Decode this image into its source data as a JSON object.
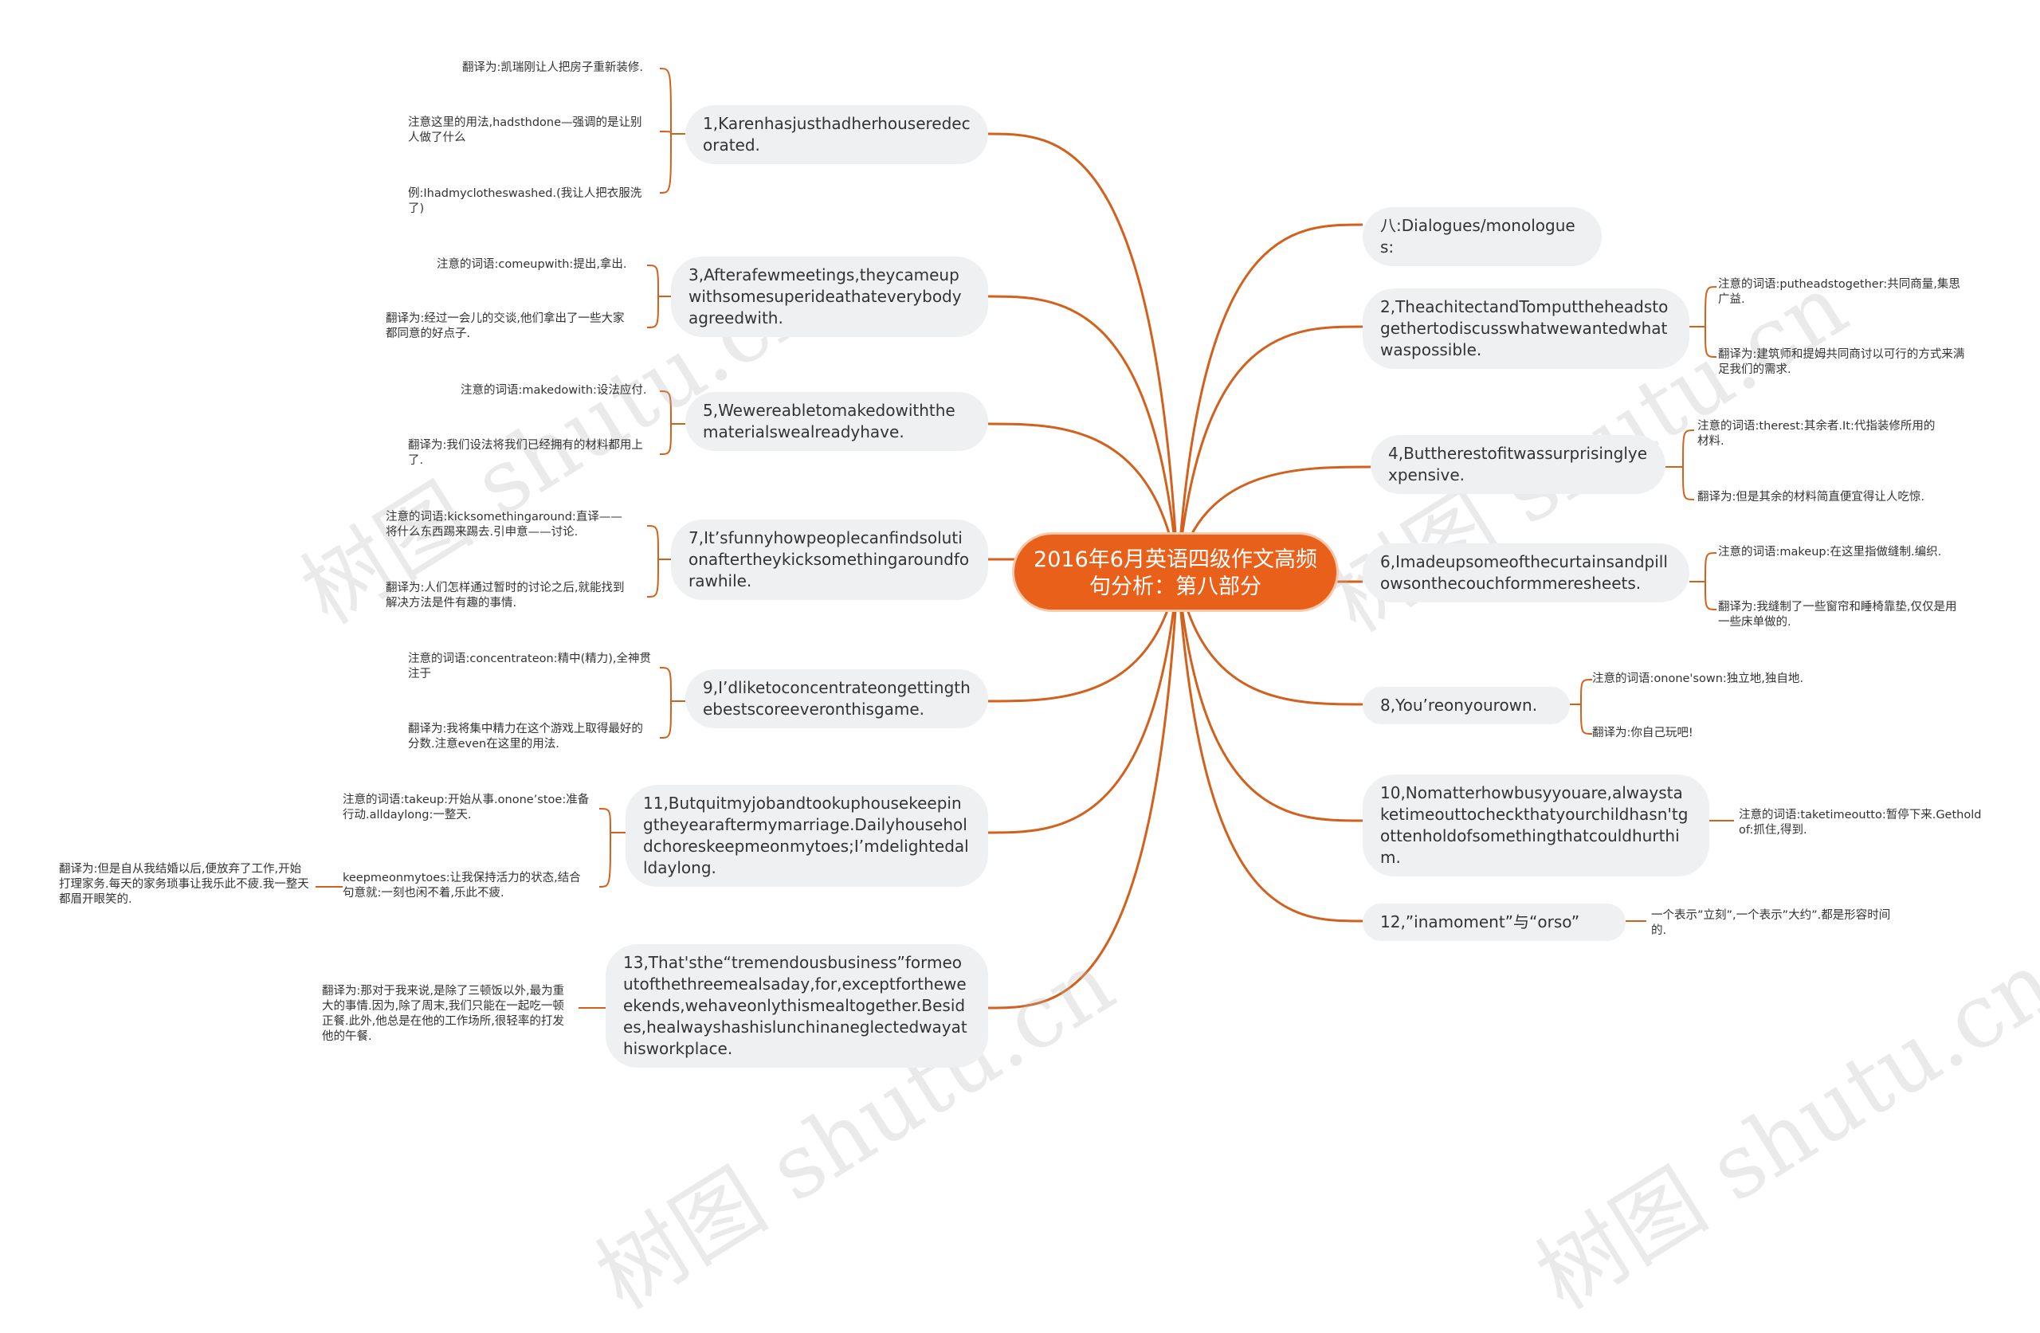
{
  "root": "2016年6月英语四级作文高频句分析：第八部分",
  "watermark": "树图 shutu.cn",
  "colors": {
    "accent": "#e8601a",
    "line": "#d2611d",
    "node_bg": "#eef0f2"
  },
  "left": [
    {
      "text": "1,Karenhasjusthadherhouseredecorated.",
      "notes": [
        "翻译为:凯瑞刚让人把房子重新装修.",
        "注意这里的用法,hadsthdone—强调的是让别人做了什么",
        "例:Ihadmyclotheswashed.(我让人把衣服洗了)"
      ]
    },
    {
      "text": "3,Afterafewmeetings,theycameupwithsomesuperideathateverybodyagreedwith.",
      "notes": [
        "注意的词语:comeupwith:提出,拿出.",
        "翻译为:经过一会儿的交谈,他们拿出了一些大家都同意的好点子."
      ]
    },
    {
      "text": "5,Wewereabletomakedowiththematerialswealreadyhave.",
      "notes": [
        "注意的词语:makedowith:设法应付.",
        "翻译为:我们设法将我们已经拥有的材料都用上了."
      ]
    },
    {
      "text": "7,It’sfunnyhowpeoplecanfindsolutionaftertheykicksomethingaroundforawhile.",
      "notes": [
        "注意的词语:kicksomethingaround:直译——将什么东西踢来踢去.引申意——讨论.",
        "翻译为:人们怎样通过暂时的讨论之后,就能找到解决方法是件有趣的事情."
      ]
    },
    {
      "text": "9,I’dliketoconcentrateongettingthebestscoreeveronthisgame.",
      "notes": [
        "注意的词语:concentrateon:精中(精力),全神贯注于",
        "翻译为:我将集中精力在这个游戏上取得最好的分数.注意even在这里的用法."
      ]
    },
    {
      "text": "11,Butquitmyjobandtookuphousekeepingtheyearaftermymarriage.Dailyhouseholdchoreskeepmeonmytoes;I’mdelightedalldaylong.",
      "notes": [
        "注意的词语:takeup:开始从事.onone’stoe:准备行动.alldaylong:一整天.",
        "keepmeonmytoes:让我保持活力的状态,结合句意就:一刻也闲不着,乐此不疲."
      ],
      "far": "翻译为:但是自从我结婚以后,便放弃了工作,开始打理家务.每天的家务琐事让我乐此不疲.我一整天都眉开眼笑的."
    },
    {
      "text": "13,That'sthe“tremendousbusiness”formeoutofthethreemealsaday,for,exceptfortheweekends,wehaveonlythismealtogether.Besides,healwayshashislunchinaneglectedwayathisworkplace.",
      "notes": [
        "翻译为:那对于我来说,是除了三顿饭以外,最为重大的事情.因为,除了周末,我们只能在一起吃一顿正餐.此外,他总是在他的工作场所,很轻率的打发他的午餐."
      ]
    }
  ],
  "right": [
    {
      "text": "八:Dialogues/monologues:",
      "notes": []
    },
    {
      "text": "2,TheachitectandTomputtheheadstogethertodiscusswhatwewantedwhatwaspossible.",
      "notes": [
        "注意的词语:putheadstogether:共同商量,集思广益.",
        "翻译为:建筑师和提姆共同商讨以可行的方式来满足我们的需求."
      ]
    },
    {
      "text": "4,Buttherestofitwassurprisinglyexpensive.",
      "notes": [
        "注意的词语:therest:其余者.It:代指装修所用的材料.",
        "翻译为:但是其余的材料简直便宜得让人吃惊."
      ]
    },
    {
      "text": "6,Imadeupsomeofthecurtainsandpillowsonthecouchformmereshеets.",
      "notes": [
        "注意的词语:makeup:在这里指做缝制.编织.",
        "翻译为:我缝制了一些窗帘和睡椅靠垫,仅仅是用一些床单做的."
      ]
    },
    {
      "text": "8,You’reonyourown.",
      "notes": [
        "注意的词语:onone'sown:独立地,独自地.",
        "翻译为:你自己玩吧!"
      ]
    },
    {
      "text": "10,Nomatterhowbusyyouare,alwaystaketimeouttocheckthatyourchildhasn'tgottenholdofsomethingthatcouldhurthim.",
      "notes": [
        "注意的词语:taketimeoutto:暂停下来.Getholdof:抓住,得到."
      ]
    },
    {
      "text": "12,”inamoment”与“orso”",
      "notes": [
        "一个表示”立刻”,一个表示”大约”.都是形容时间的."
      ]
    }
  ]
}
